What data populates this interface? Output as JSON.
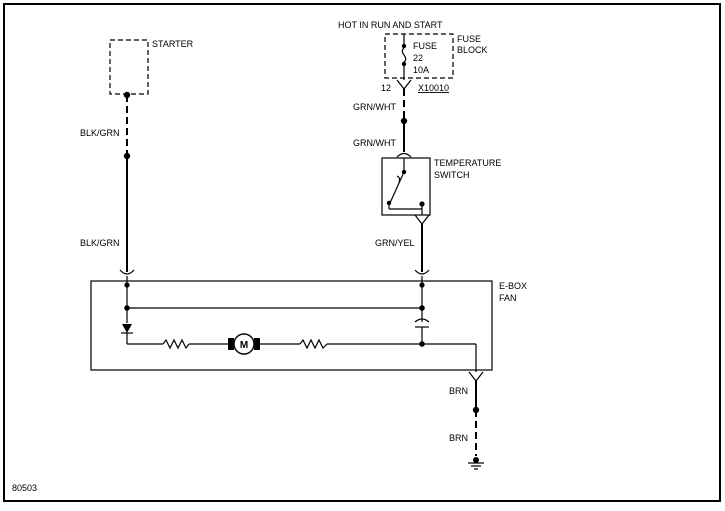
{
  "labels": {
    "starter": "STARTER",
    "hot_in_run_and_start": "HOT IN RUN AND START",
    "fuse": "FUSE",
    "fuse_number": "22",
    "fuse_rating": "10A",
    "fuse_block": [
      "FUSE",
      "BLOCK"
    ],
    "fuse_pin": "12",
    "connector_id": "X10010",
    "wire_blk_grn_upper": "BLK/GRN",
    "wire_blk_grn_lower": "BLK/GRN",
    "wire_grn_wht_upper": "GRN/WHT",
    "wire_grn_wht_lower": "GRN/WHT",
    "temperature_switch": [
      "TEMPERATURE",
      "SWITCH"
    ],
    "wire_grn_yel": "GRN/YEL",
    "ebox_fan": [
      "E-BOX",
      "FAN"
    ],
    "motor": "M",
    "wire_brn_upper": "BRN",
    "wire_brn_lower": "BRN",
    "diagram_number": "80503"
  }
}
